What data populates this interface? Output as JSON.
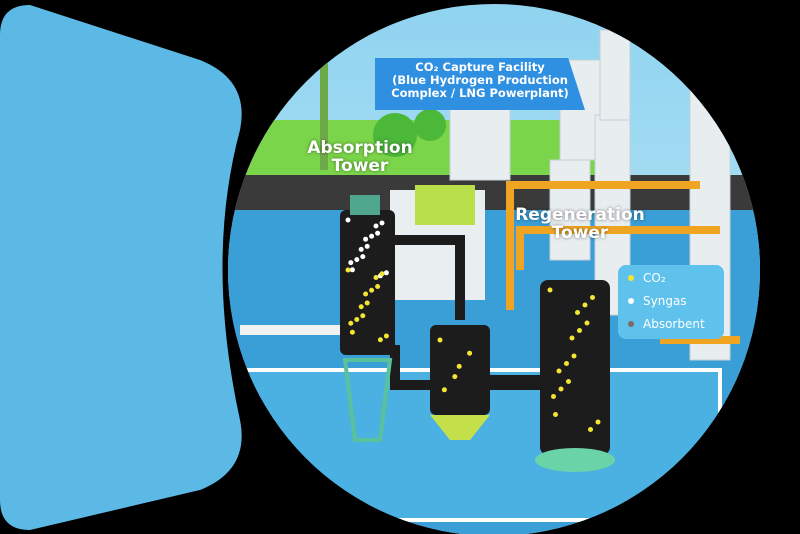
{
  "title_banner": {
    "line1": "CO₂ Capture Facility",
    "line2": "(Blue Hydrogen Production",
    "line3": "Complex / LNG Powerplant)"
  },
  "labels": {
    "absorption": "Absorption Tower",
    "regeneration": "Regeneration Tower"
  },
  "legend": {
    "items": [
      {
        "label": "CO₂",
        "color": "#f5e532"
      },
      {
        "label": "Syngas",
        "color": "#ffffff"
      },
      {
        "label": "Absorbent",
        "color": "#7a6a60"
      }
    ]
  },
  "colors": {
    "frame_blue": "#5cb8e4",
    "ground_blue": "#3a9fd6",
    "pipe_orange": "#f0a522",
    "tower": "#1c1c1c"
  }
}
